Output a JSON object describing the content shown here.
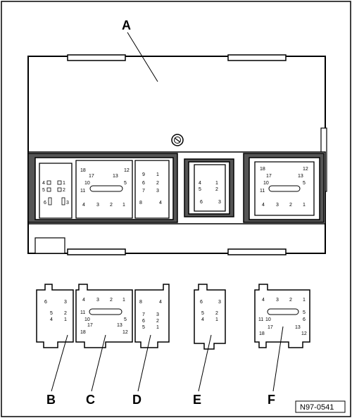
{
  "labels": {
    "A": "A",
    "B": "B",
    "C": "C",
    "D": "D",
    "E": "E",
    "F": "F"
  },
  "reference": "N97-0541",
  "pins": {
    "p1": "1",
    "p2": "2",
    "p3": "3",
    "p4": "4",
    "p5": "5",
    "p6": "6",
    "p7": "7",
    "p8": "8",
    "p9": "9",
    "p10": "10",
    "p11": "11",
    "p12": "12",
    "p13": "13",
    "p17": "17",
    "p18": "18"
  },
  "colors": {
    "line": "#000000",
    "fill": "#ffffff",
    "shade": "#b0b0b0"
  }
}
